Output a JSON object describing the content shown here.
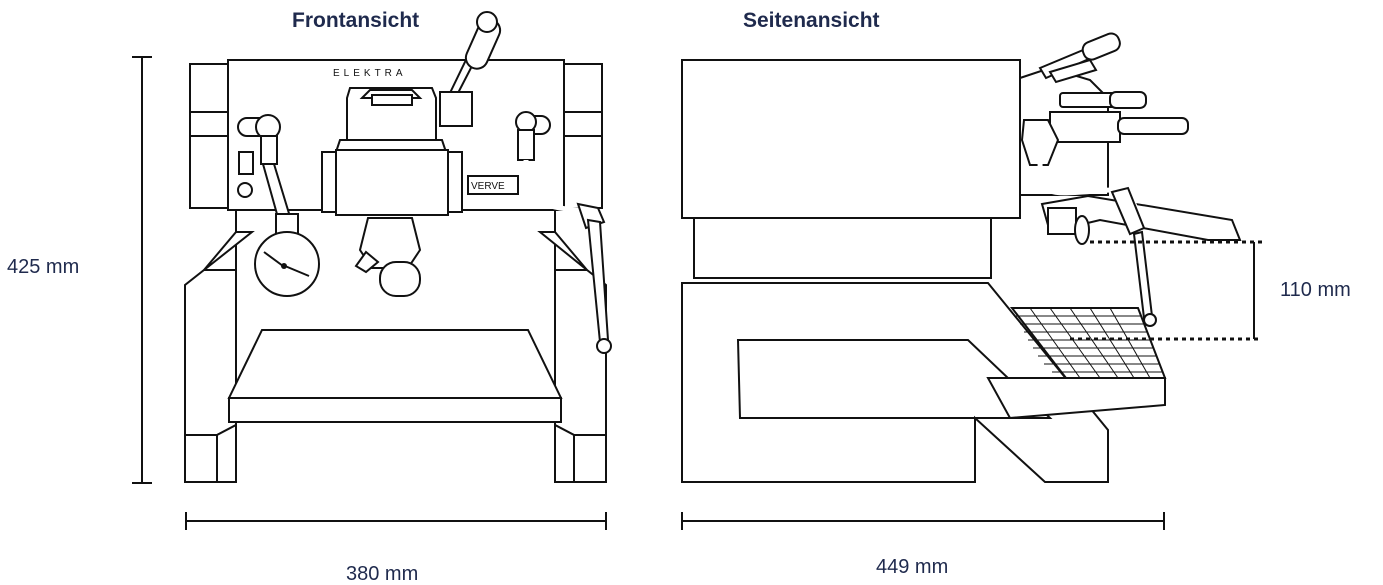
{
  "views": {
    "front_title": "Frontansicht",
    "side_title": "Seitenansicht"
  },
  "brand": {
    "logo_text": "ELEKTRA",
    "badge_text": "VERVE"
  },
  "dimensions": {
    "height": "425 mm",
    "front_width": "380 mm",
    "side_depth": "449 mm",
    "cup_clearance": "110 mm"
  },
  "colors": {
    "label": "#1f2a4d",
    "line": "#111111"
  }
}
